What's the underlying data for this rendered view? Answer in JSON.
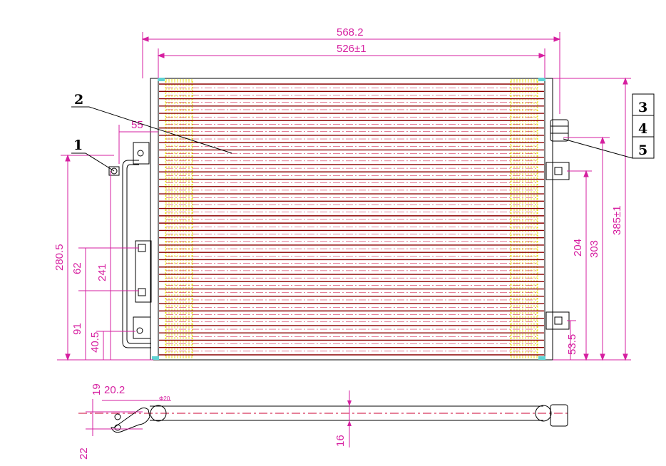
{
  "colors": {
    "outline": "#000000",
    "tube": "#8b0000",
    "dimension": "#d61fa0",
    "fin": "#e8e000",
    "centerline": "#cc0033",
    "marker": "#5fd3d3"
  },
  "callouts": {
    "c1": "1",
    "c2": "2",
    "c3": "3",
    "c4": "4",
    "c5": "5"
  },
  "dimensions": {
    "overall_width": "568.2",
    "core_width": "526±1",
    "offset_55": "55",
    "height_280_5": "280.5",
    "d62": "62",
    "d241": "241",
    "d91": "91",
    "d40_5": "40.5",
    "d204": "204",
    "d303": "303",
    "d385": "385±1",
    "d53_5": "53.5",
    "d19": "19",
    "d20_2": "20.2",
    "d22": "22",
    "d16": "16",
    "phi": "Φ20"
  },
  "core": {
    "tube_count": 38
  }
}
